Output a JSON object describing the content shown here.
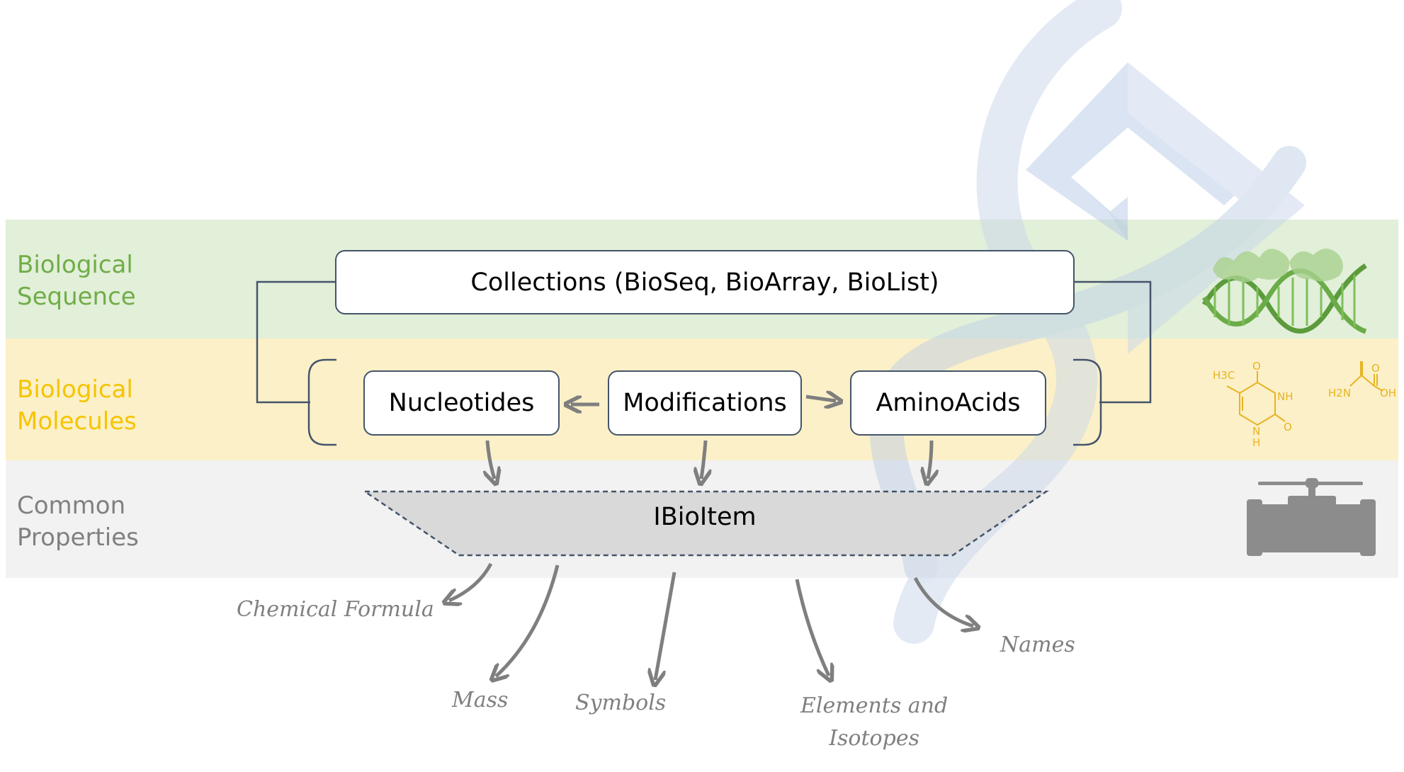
{
  "bands": {
    "sequence": {
      "line1": "Biological",
      "line2": "Sequence",
      "color": "#70ad47",
      "fill": "#e2efd9"
    },
    "molecules": {
      "line1": "Biological",
      "line2": "Molecules",
      "color": "#f5c400",
      "fill": "#fcf0c8"
    },
    "common": {
      "line1": "Common",
      "line2": "Properties",
      "color": "#808080",
      "fill": "#f2f2f2"
    }
  },
  "boxes": {
    "collections": "Collections (BioSeq, BioArray, BioList)",
    "nucleotides": "Nucleotides",
    "modifications": "Modifications",
    "amino_acids": "AminoAcids",
    "ibioitem": "IBioItem"
  },
  "properties": {
    "chemical_formula": "Chemical Formula",
    "mass": "Mass",
    "symbols": "Symbols",
    "elements_line1": "Elements and",
    "elements_line2": "Isotopes",
    "names": "Names"
  },
  "molecule_icons": {
    "thymine": {
      "h3c": "H3C",
      "o_top": "O",
      "nh": "NH",
      "o_right": "O",
      "n": "N",
      "h": "H"
    },
    "alanine": {
      "h2n": "H2N",
      "o": "O",
      "oh": "OH"
    }
  },
  "icons": [
    "dna-protein-icon",
    "molecule-structure-icon",
    "valve-icon",
    "watermark-logo-icon"
  ],
  "colors": {
    "box_border": "#44546a",
    "arrow": "#7f7f7f",
    "ibioitem_fill": "#d9d9d9"
  }
}
